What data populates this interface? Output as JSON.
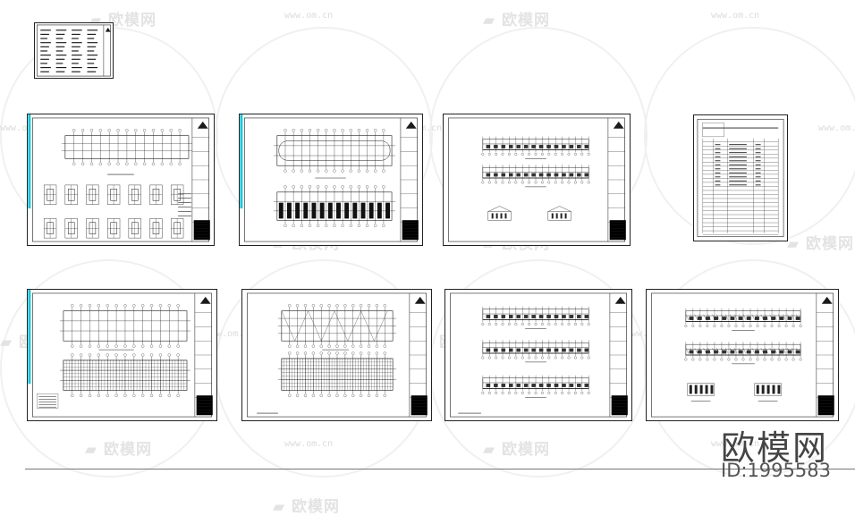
{
  "watermark": {
    "brand_text": "欧模网",
    "url_text": "www.om.cn"
  },
  "sheets": [
    {
      "id": "sheet-index-small",
      "kind": "index"
    },
    {
      "id": "sheet-1",
      "kind": "foundation"
    },
    {
      "id": "sheet-2",
      "kind": "plan-frame"
    },
    {
      "id": "sheet-3",
      "kind": "elevations"
    },
    {
      "id": "sheet-4",
      "kind": "drawing-list"
    },
    {
      "id": "sheet-5",
      "kind": "plan-grid"
    },
    {
      "id": "sheet-6",
      "kind": "plan-roof"
    },
    {
      "id": "sheet-7",
      "kind": "elevations-3"
    },
    {
      "id": "sheet-8",
      "kind": "sections"
    }
  ],
  "footer": {
    "brand": "欧模网",
    "id_label": "ID:1995583"
  },
  "colors": {
    "line": "#1a1a1a",
    "accent_cyan": "#19c8d8",
    "watermark": "#e3e3e3"
  }
}
